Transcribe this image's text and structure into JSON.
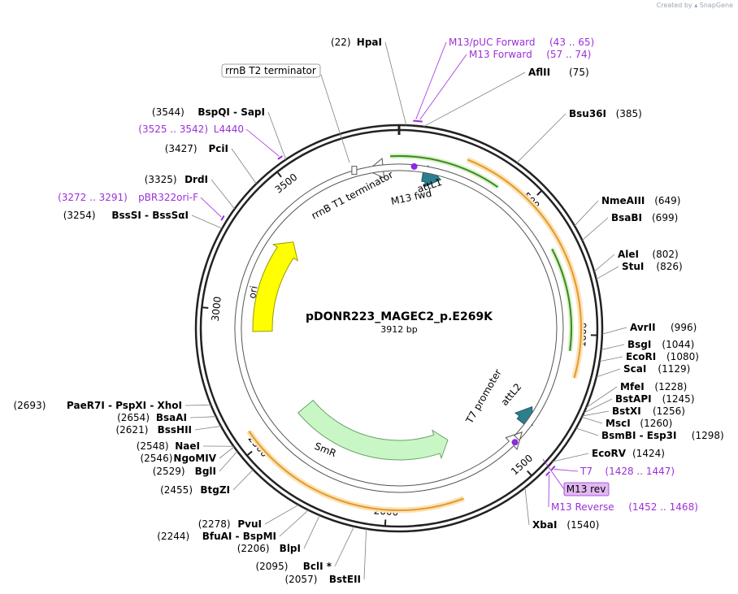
{
  "credit": {
    "created_by": "Created by",
    "brand": "SnapGene"
  },
  "plasmid": {
    "name": "pDONR223_MAGEC2_p.E269K",
    "length_label": "3912 bp",
    "length": 3912
  },
  "tick_marks": [
    {
      "pos": 500,
      "label": "500"
    },
    {
      "pos": 1000,
      "label": "1000"
    },
    {
      "pos": 1500,
      "label": "1500"
    },
    {
      "pos": 2000,
      "label": "2000"
    },
    {
      "pos": 2500,
      "label": "2500"
    },
    {
      "pos": 3000,
      "label": "3000"
    },
    {
      "pos": 3500,
      "label": "3500"
    }
  ],
  "enzymes": [
    {
      "pos": 22,
      "num": "(22)",
      "name": "HpaI",
      "side": "left"
    },
    {
      "pos": 75,
      "num": "(75)",
      "name": "AflII",
      "side": "right"
    },
    {
      "pos": 385,
      "num": "(385)",
      "name": "Bsu36I",
      "side": "right"
    },
    {
      "pos": 649,
      "num": "(649)",
      "name": "NmeAIII",
      "side": "right"
    },
    {
      "pos": 699,
      "num": "(699)",
      "name": "BsaBI",
      "side": "right"
    },
    {
      "pos": 802,
      "num": "(802)",
      "name": "AleI",
      "side": "right"
    },
    {
      "pos": 826,
      "num": "(826)",
      "name": "StuI",
      "side": "right"
    },
    {
      "pos": 996,
      "num": "(996)",
      "name": "AvrII",
      "side": "right"
    },
    {
      "pos": 1044,
      "num": "(1044)",
      "name": "BsgI",
      "side": "right"
    },
    {
      "pos": 1080,
      "num": "(1080)",
      "name": "EcoRI",
      "side": "right"
    },
    {
      "pos": 1129,
      "num": "(1129)",
      "name": "ScaI",
      "side": "right"
    },
    {
      "pos": 1228,
      "num": "(1228)",
      "name": "MfeI",
      "side": "right"
    },
    {
      "pos": 1245,
      "num": "(1245)",
      "name": "BstAPI",
      "side": "right"
    },
    {
      "pos": 1256,
      "num": "(1256)",
      "name": "BstXI",
      "side": "right"
    },
    {
      "pos": 1260,
      "num": "(1260)",
      "name": "MscI",
      "side": "right"
    },
    {
      "pos": 1298,
      "num": "(1298)",
      "name": "BsmBI - Esp3I",
      "side": "right"
    },
    {
      "pos": 1424,
      "num": "(1424)",
      "name": "EcoRV",
      "side": "right"
    },
    {
      "pos": 1540,
      "num": "(1540)",
      "name": "XbaI",
      "side": "right"
    },
    {
      "pos": 2057,
      "num": "(2057)",
      "name": "BstEII",
      "side": "left"
    },
    {
      "pos": 2095,
      "num": "(2095)",
      "name": "BclI *",
      "side": "left"
    },
    {
      "pos": 2206,
      "num": "(2206)",
      "name": "BlpI",
      "side": "left"
    },
    {
      "pos": 2244,
      "num": "(2244)",
      "name": "BfuAI - BspMI",
      "side": "left"
    },
    {
      "pos": 2278,
      "num": "(2278)",
      "name": "PvuI",
      "side": "left"
    },
    {
      "pos": 2455,
      "num": "(2455)",
      "name": "BtgZI",
      "side": "left"
    },
    {
      "pos": 2529,
      "num": "(2529)",
      "name": "BglI",
      "side": "left"
    },
    {
      "pos": 2546,
      "num": "(2546)",
      "name": "NgoMIV",
      "side": "left"
    },
    {
      "pos": 2548,
      "num": "(2548)",
      "name": "NaeI",
      "side": "left"
    },
    {
      "pos": 2621,
      "num": "(2621)",
      "name": "BssHII",
      "side": "left"
    },
    {
      "pos": 2654,
      "num": "(2654)",
      "name": "BsaAI",
      "side": "left"
    },
    {
      "pos": 2693,
      "num": "(2693)",
      "name": "PaeR7I - PspXI - XhoI",
      "side": "left"
    },
    {
      "pos": 3254,
      "num": "(3254)",
      "name": "BssSI - BssSαI",
      "side": "left"
    },
    {
      "pos": 3325,
      "num": "(3325)",
      "name": "DrdI",
      "side": "left"
    },
    {
      "pos": 3427,
      "num": "(3427)",
      "name": "PciI",
      "side": "left"
    },
    {
      "pos": 3544,
      "num": "(3544)",
      "name": "BspQI - SapI",
      "side": "left"
    }
  ],
  "primers": [
    {
      "pos": 50,
      "name": "M13/pUC Forward",
      "range": "(43 .. 65)"
    },
    {
      "pos": 62,
      "name": "M13 Forward",
      "range": "(57 .. 74)"
    },
    {
      "pos": 1437,
      "name": "T7",
      "range": "(1428 .. 1447)"
    },
    {
      "pos": 1460,
      "name": "M13 Reverse",
      "range": "(1452 .. 1468)"
    },
    {
      "pos": 3282,
      "name": "pBR322ori-F",
      "range": "(3272 .. 3291)"
    },
    {
      "pos": 3533,
      "name": "L4440",
      "range": "(3525 .. 3542)"
    }
  ],
  "features": [
    {
      "name": "attL1",
      "start": 75,
      "end": 175,
      "color": "#2e7f8e"
    },
    {
      "name": "M13 fwd",
      "start": 55,
      "end": 72,
      "color": "#8a2be2"
    },
    {
      "name": "attL2",
      "start": 1390,
      "end": 1300,
      "color": "#2e7f8e"
    },
    {
      "name": "T7 promoter",
      "start": 1445,
      "end": 1425,
      "color": "#ffffff"
    },
    {
      "name": "M13 rev",
      "start": 1470,
      "end": 1452,
      "color": "#8a2be2"
    },
    {
      "name": "SmR",
      "start": 2500,
      "end": 1700,
      "color": "#c8f7c5"
    },
    {
      "name": "ori",
      "start": 2900,
      "end": 3400,
      "color": "#ffff00"
    },
    {
      "name": "rrnB T1 terminator",
      "start": 3780,
      "end": 3870,
      "color": "#ffffff"
    },
    {
      "name": "rrnB T2 terminator",
      "start": 3700,
      "end": 3720,
      "color": "#ffffff"
    }
  ],
  "boxed_labels": {
    "rrnB_T2": "rrnB T2 terminator",
    "M13_rev": "M13 rev"
  },
  "colors": {
    "primer": "#9b30d9",
    "orange_arc": "#e39a2c",
    "green_arc": "#3a8a1e"
  }
}
